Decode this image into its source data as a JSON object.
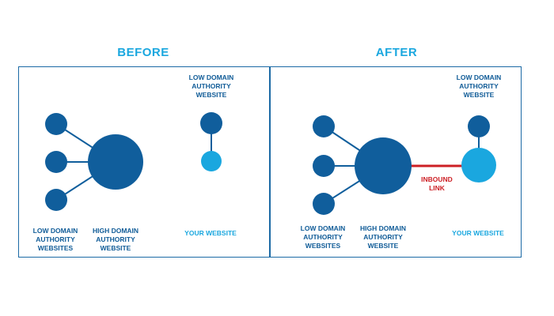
{
  "colors": {
    "dark_blue": "#105e9c",
    "light_blue": "#1aa7df",
    "border": "#1c6aa5",
    "link_red": "#cc1f24"
  },
  "before": {
    "title": "BEFORE",
    "low_domain_top": "LOW DOMAIN\nAUTHORITY\nWEBSITE",
    "low_domain_websites": "LOW DOMAIN\nAUTHORITY\nWEBSITES",
    "high_domain": "HIGH DOMAIN\nAUTHORITY\nWEBSITE",
    "your_website": "YOUR WEBSITE"
  },
  "after": {
    "title": "AFTER",
    "low_domain_top": "LOW DOMAIN\nAUTHORITY\nWEBSITE",
    "low_domain_websites": "LOW DOMAIN\nAUTHORITY\nWEBSITES",
    "high_domain": "HIGH DOMAIN\nAUTHORITY\nWEBSITE",
    "your_website": "YOUR WEBSITE",
    "inbound_link": "INBOUND\nLINK"
  }
}
